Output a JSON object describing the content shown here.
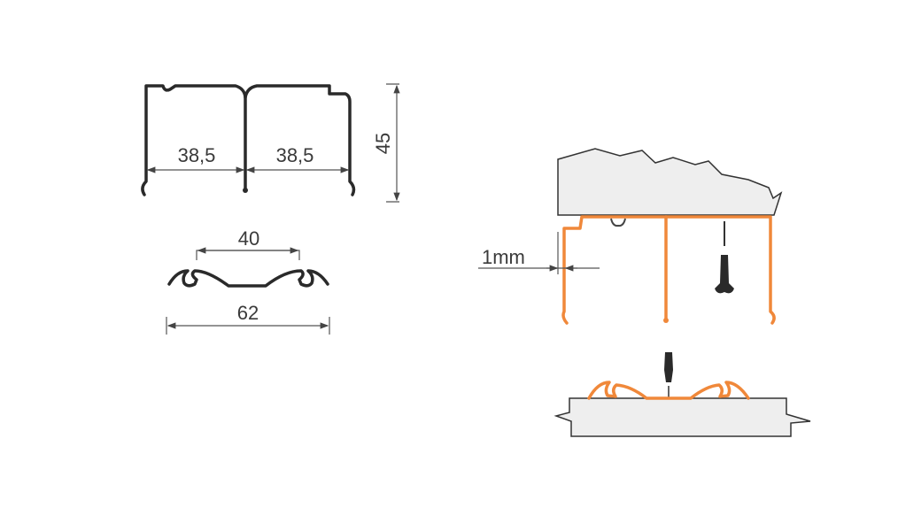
{
  "dimensions": {
    "left_width": "38,5",
    "right_width": "38,5",
    "height": "45",
    "base_inner": "40",
    "base_outer": "62",
    "gap": "1mm"
  },
  "colors": {
    "profile_installed": "#f0883a",
    "profile_drawing": "#2a2a2a"
  }
}
